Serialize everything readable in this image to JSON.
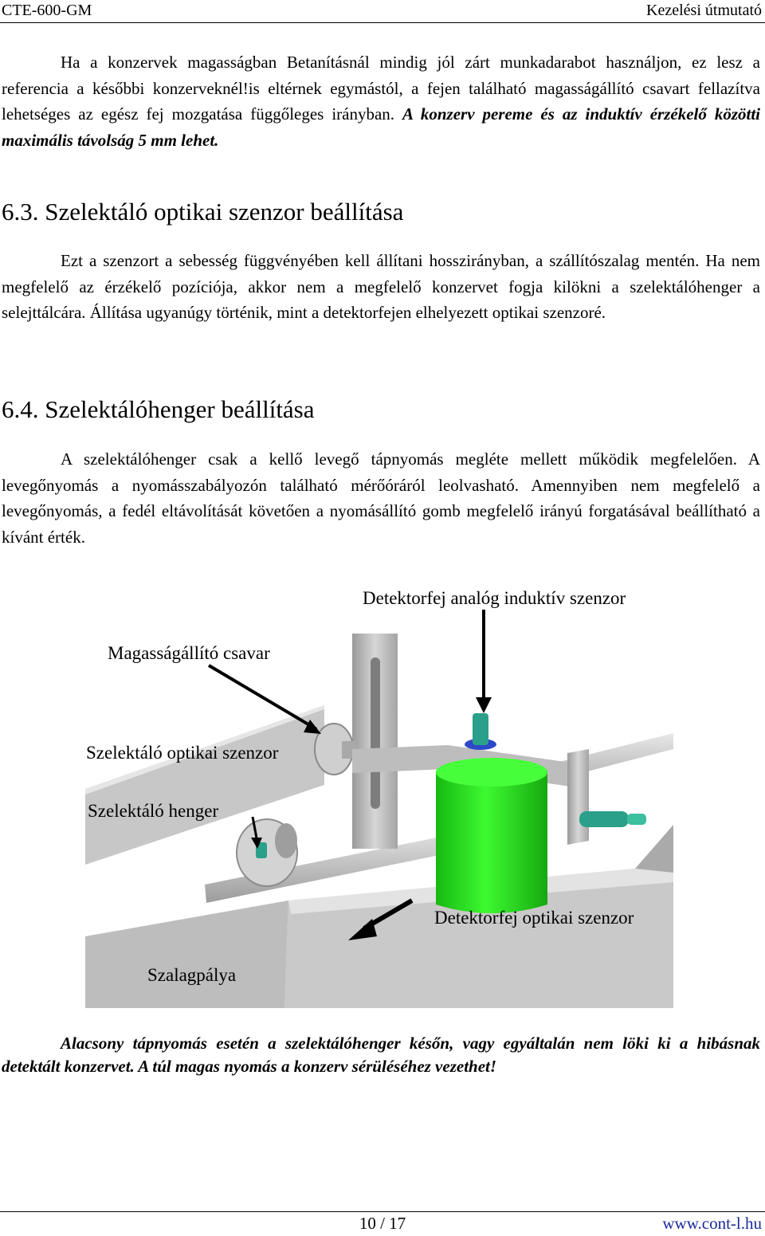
{
  "header": {
    "doc_code": "CTE-600-GM",
    "doc_type": "Kezelési útmutató"
  },
  "intro": {
    "text": "Ha a konzervek magasságban Betanításnál mindig jól zárt munkadarabot használjon, ez lesz a referencia a későbbi konzerveknél!is eltérnek egymástól, a fejen található magasságállító csavart fellazítva lehetséges az egész fej mozgatása függőleges irányban. ",
    "emphasis": "A konzerv pereme és az induktív érzékelő közötti maximális távolság 5 mm lehet."
  },
  "section_63": {
    "heading": "6.3. Szelektáló optikai szenzor beállítása",
    "text": "Ezt a szenzort a sebesség függvényében kell állítani hosszirányban, a szállítószalag mentén. Ha nem megfelelő az érzékelő pozíciója, akkor nem a megfelelő konzervet fogja kilökni a szelektálóhenger a selejttálcára. Állítása ugyanúgy történik, mint a detektorfejen elhelyezett optikai szenzoré."
  },
  "section_64": {
    "heading": "6.4. Szelektálóhenger beállítása",
    "text": "A szelektálóhenger csak a kellő levegő tápnyomás megléte mellett működik megfelelően. A levegőnyomás a nyomásszabályozón található mérőóráról leolvasható. Amennyiben nem megfelelő a levegőnyomás, a fedél eltávolítását követően a nyomásállító gomb megfelelő irányú forgatásával beállítható a kívánt érték."
  },
  "figure": {
    "labels": {
      "detector_inductive": "Detektorfej analóg induktív szenzor",
      "height_screw": "Magasságállító csavar",
      "selector_optical": "Szelektáló optikai szenzor",
      "selector_cylinder": "Szelektáló henger",
      "detector_optical": "Detektorfej optikai szenzor",
      "belt": "Szalagpálya"
    }
  },
  "warning": {
    "text": "Alacsony tápnyomás esetén a szelektálóhenger későn, vagy egyáltalán nem löki ki a hibásnak detektált konzervet. A túl magas nyomás a konzerv sérüléséhez vezethet!"
  },
  "footer": {
    "page": "10 / 17",
    "url": "www.cont-l.hu"
  },
  "colors": {
    "cylinder_green": "#22e01a",
    "sensor_teal": "#2aa08a",
    "metal_grey": "#b9b9b9",
    "url_blue": "#1a2c9a"
  }
}
